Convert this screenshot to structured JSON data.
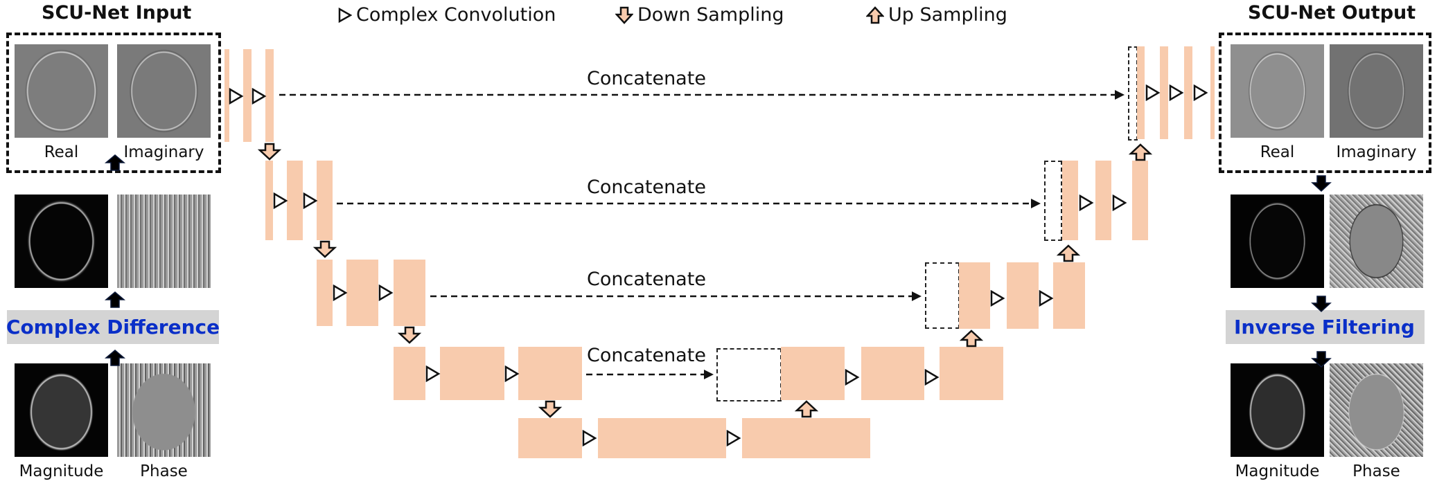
{
  "legend": {
    "conv": "Complex Convolution",
    "down": "Down Sampling",
    "up": "Up Sampling"
  },
  "input_panel": {
    "title": "SCU-Net Input",
    "real_label": "Real",
    "imag_label": "Imaginary",
    "process": "Complex Difference",
    "magnitude_label": "Magnitude",
    "phase_label": "Phase"
  },
  "output_panel": {
    "title": "SCU-Net Output",
    "real_label": "Real",
    "imag_label": "Imaginary",
    "process": "Inverse Filtering",
    "magnitude_label": "Magnitude",
    "phase_label": "Phase"
  },
  "network": {
    "concat_label": "Concatenate",
    "levels": 5,
    "colors": {
      "block": "#f8cbad",
      "process_text": "#0a2fc8",
      "process_bg": "#d4d4d4",
      "arrow": "#0d1a3a"
    }
  }
}
